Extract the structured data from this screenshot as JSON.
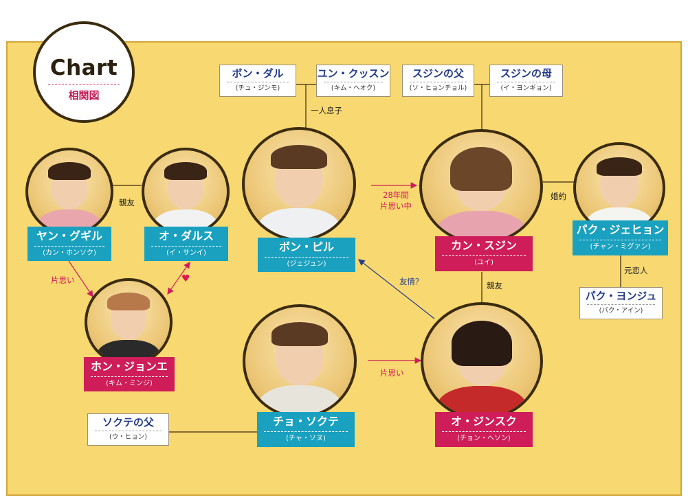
{
  "badge": {
    "title": "Chart",
    "subtitle": "相関図"
  },
  "colors": {
    "background": "#f8d870",
    "teal": "#1aa1bf",
    "pink": "#cf1d5a",
    "navy": "#233b8a",
    "frame": "#3b2c10"
  },
  "characters": {
    "bong_pil": {
      "name": "ボン・ピル",
      "actor": "(ジェジュン)"
    },
    "kang_sujin": {
      "name": "カン・スジン",
      "actor": "(ユイ)"
    },
    "park_jh": {
      "name": "パク・ジェヒョン",
      "actor": "(チャン・ミグァン)"
    },
    "yang_gugil": {
      "name": "ヤン・グギル",
      "actor": "(カン・ホンソク)"
    },
    "oh_dalsu": {
      "name": "オ・ダルス",
      "actor": "(イ・サンイ)"
    },
    "hong_je": {
      "name": "ホン・ジョンエ",
      "actor": "(キム・ミンジ)"
    },
    "cho_sokte": {
      "name": "チョ・ソクテ",
      "actor": "(チャ・ソヌ)"
    },
    "oh_jinsuk": {
      "name": "オ・ジンスク",
      "actor": "(チョン・ヘソン)"
    }
  },
  "side_characters": {
    "bong_dal": {
      "name": "ボン・ダル",
      "actor": "(チュ・ジンモ)"
    },
    "yun_kusun": {
      "name": "ユン・クッスン",
      "actor": "(キム・ヘオク)"
    },
    "sujin_father": {
      "name": "スジンの父",
      "actor": "(ソ・ヒョンチョル)"
    },
    "sujin_mother": {
      "name": "スジンの母",
      "actor": "(イ・ヨンギョン)"
    },
    "park_yj": {
      "name": "パク・ヨンジュ",
      "actor": "(パク・アイン)"
    },
    "sokte_father": {
      "name": "ソクテの父",
      "actor": "(ウ・ヒョン)"
    }
  },
  "relations": {
    "only_son": "一人息子",
    "years_line1": "28年間",
    "years_line2": "片思い中",
    "engaged": "婚約",
    "best_friends_left": "親友",
    "ex_lover": "元恋人",
    "friends_right": "親友",
    "friendship": "友情？",
    "crush_left": "片思い",
    "crush_bottom": "片思い"
  }
}
